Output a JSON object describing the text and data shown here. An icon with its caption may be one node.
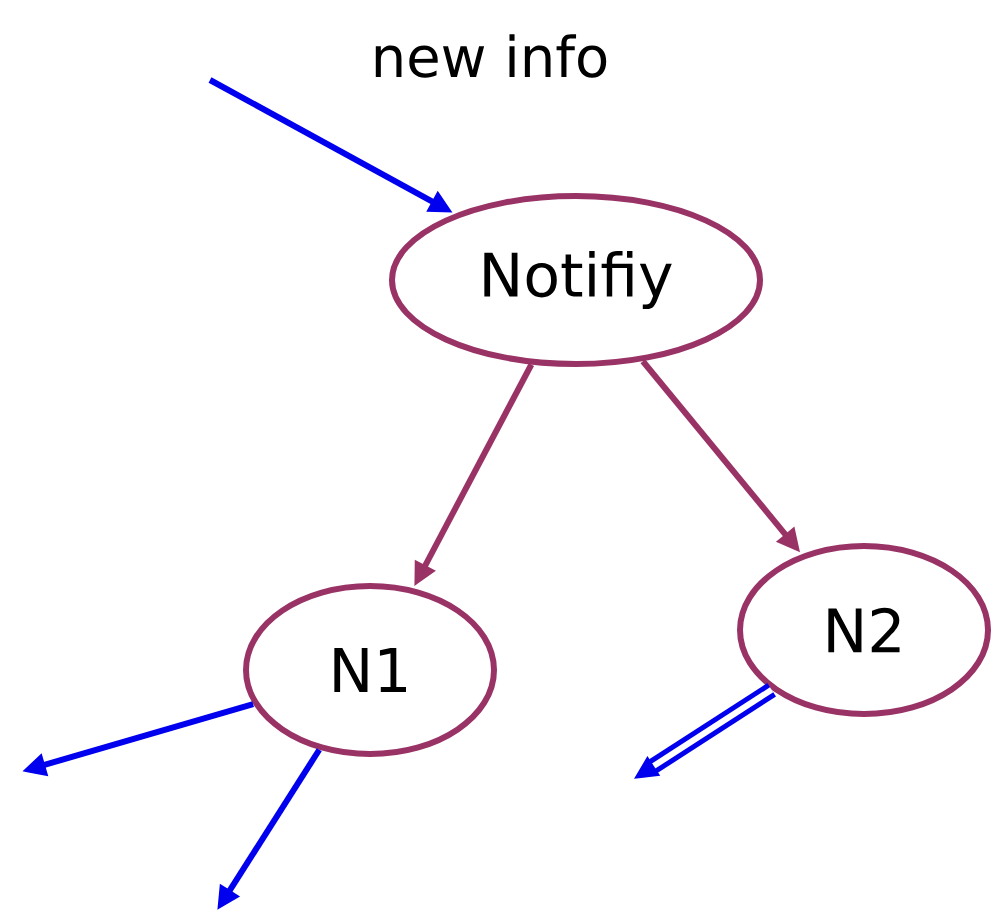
{
  "diagram": {
    "nodes": [
      {
        "text": [
          "Notifiy"
        ]
      },
      {
        "text": [
          "N1"
        ]
      },
      {
        "text": [
          "N2"
        ]
      }
    ],
    "edges": [
      {
        "from": null,
        "to": 0,
        "arrow": "to"
      },
      {
        "from": 0,
        "to": 1,
        "arrow": "to",
        "color": "#993366"
      },
      {
        "from": 0,
        "to": 2,
        "arrow": "to",
        "color": "#993366"
      },
      {
        "from": 1,
        "to": null,
        "arrow": "to"
      },
      {
        "from": 1,
        "to": null,
        "arrow": "to"
      },
      {
        "from": 2,
        "to": null,
        "arrow": "to",
        "style": "thick"
      }
    ],
    "labels": [
      "new info"
    ]
  }
}
